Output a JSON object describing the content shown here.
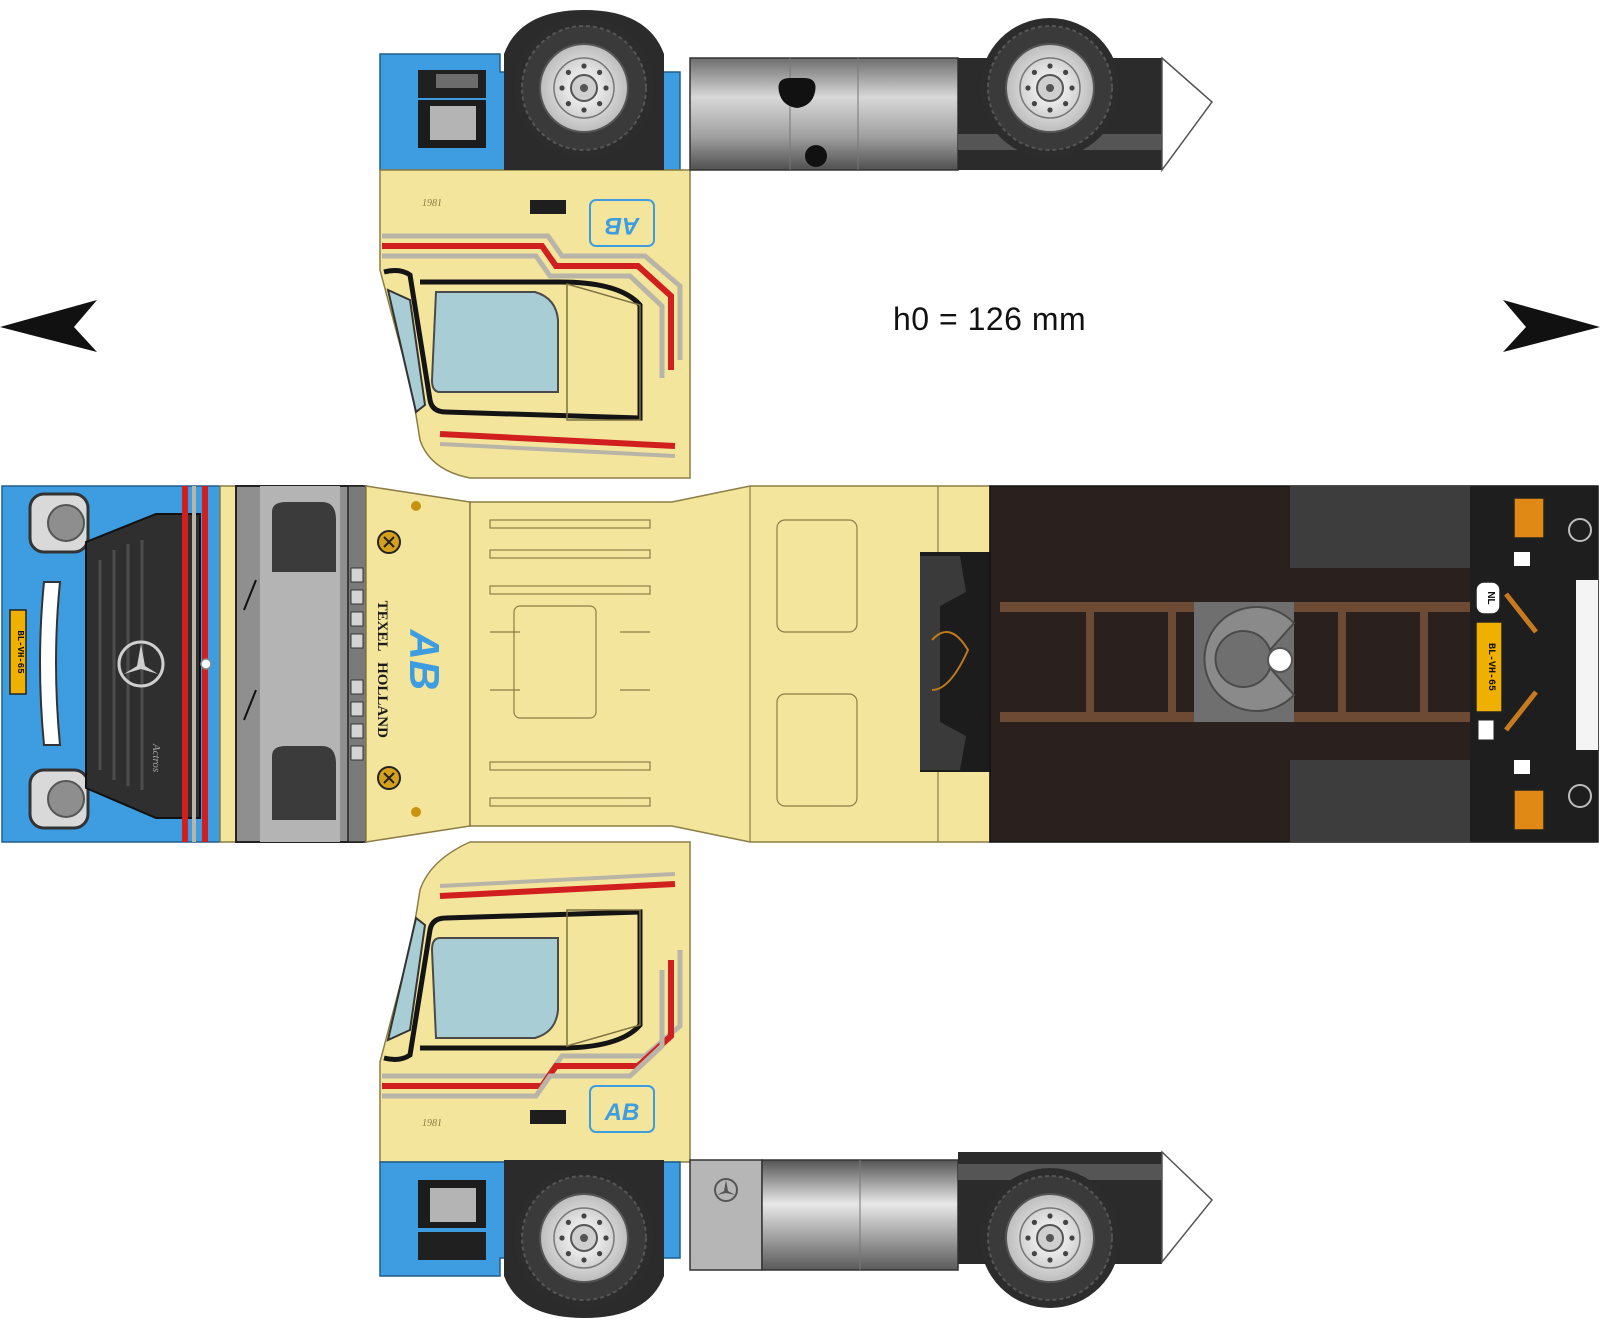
{
  "scale_label": "h0 = 126 mm",
  "brand": {
    "logo": "AB",
    "company_line1": "TEXEL",
    "company_line2": "HOLLAND",
    "model": "Actros",
    "plate": "BL-VH-65",
    "country": "NL",
    "side_script": "1981"
  },
  "colors": {
    "cab_yellow": "#f3e59c",
    "accent_blue": "#3d9de0",
    "stripe_red": "#d11f1f",
    "stripe_gray": "#b9b4a8",
    "glass": "#a9cdd4",
    "chassis_dark": "#2a211f",
    "tank_gray": "#9c9c9c",
    "frame_brown": "#6d4a33"
  },
  "icons": [
    "fold-arrow-left-icon",
    "fold-arrow-right-icon",
    "mercedes-star-icon",
    "wheel-icon",
    "fifth-wheel-icon"
  ]
}
